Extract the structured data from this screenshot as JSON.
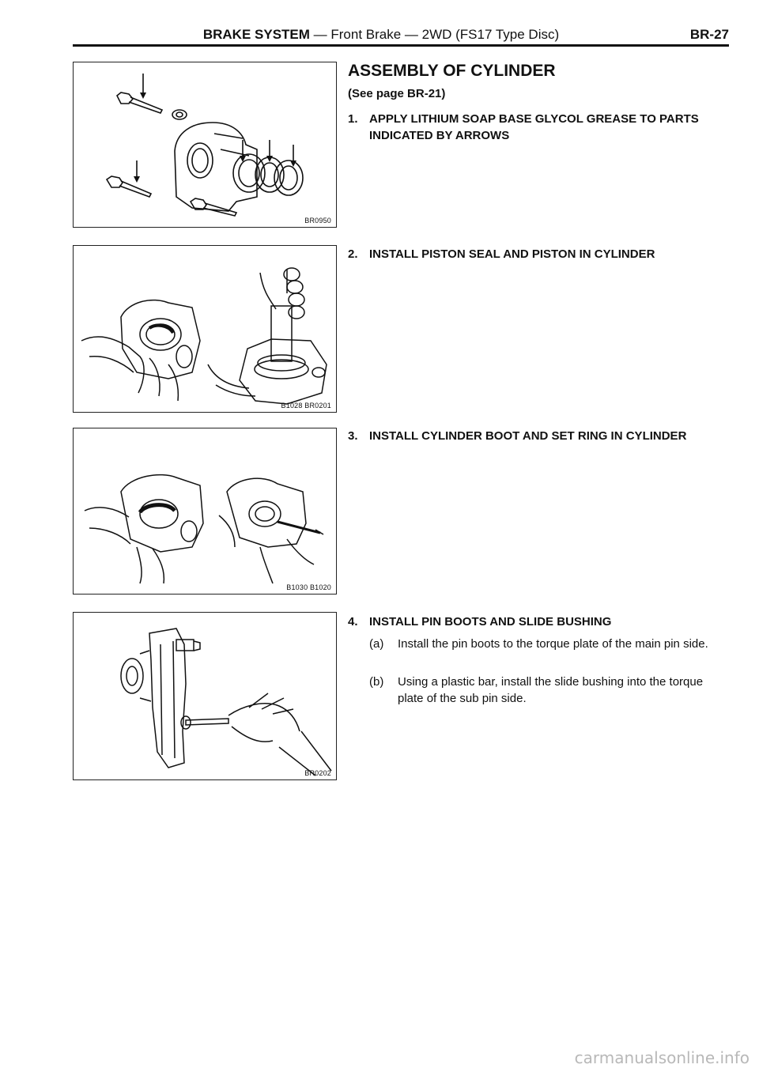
{
  "header": {
    "system": "BRAKE SYSTEM",
    "subtitle": " — Front Brake — 2WD (FS17 Type Disc)",
    "page": "BR-27"
  },
  "figures": [
    {
      "code": "BR0950"
    },
    {
      "code": "B1028 BR0201"
    },
    {
      "code": "B1030 B1020"
    },
    {
      "code": "BR0202"
    }
  ],
  "section": {
    "title": "ASSEMBLY OF CYLINDER",
    "see_page": "(See page BR-21)"
  },
  "steps": [
    {
      "num": "1.",
      "text": "APPLY LITHIUM SOAP BASE GLYCOL GREASE TO PARTS INDICATED BY ARROWS"
    },
    {
      "num": "2.",
      "text": "INSTALL PISTON SEAL AND PISTON IN CYLINDER"
    },
    {
      "num": "3.",
      "text": "INSTALL CYLINDER BOOT AND SET RING IN CYLINDER"
    },
    {
      "num": "4.",
      "text": "INSTALL PIN BOOTS AND SLIDE BUSHING"
    }
  ],
  "substeps": [
    {
      "label": "(a)",
      "text": "Install the pin boots to the torque plate of the main pin side."
    },
    {
      "label": "(b)",
      "text": "Using a plastic bar, install the slide bushing into the torque plate of the sub pin side."
    }
  ],
  "watermark": "carmanualsonline.info"
}
